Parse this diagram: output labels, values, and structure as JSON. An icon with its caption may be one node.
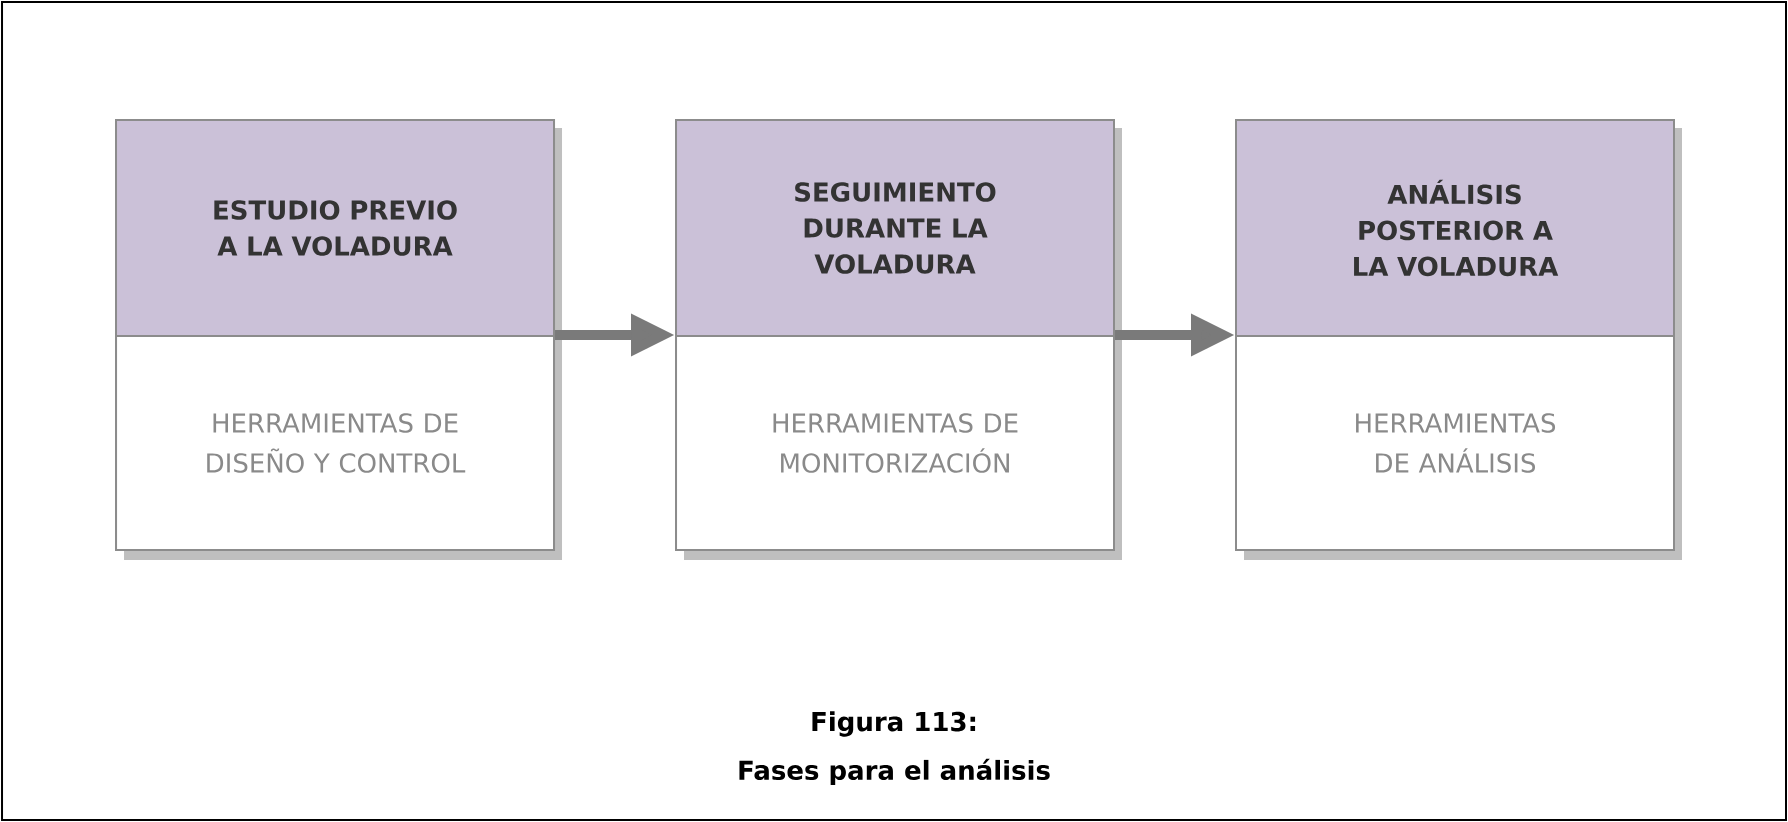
{
  "diagram": {
    "nodes": [
      {
        "text": [
          "ESTUDIO PREVIO A LA VOLADURA",
          "HERRAMIENTAS DE DISEÑO Y CONTROL"
        ]
      },
      {
        "text": [
          "SEGUIMIENTO DURANTE LA VOLADURA",
          "HERRAMIENTAS DE MONITORIZACIÓN"
        ]
      },
      {
        "text": [
          "ANÁLISIS POSTERIOR A LA VOLADURA",
          "HERRAMIENTAS DE ANÁLISIS"
        ]
      }
    ],
    "edges": [
      {
        "from": 0,
        "to": 1,
        "arrow": "to"
      },
      {
        "from": 1,
        "to": 2,
        "arrow": "to"
      }
    ],
    "labels": [
      "Figura 113:",
      "Fases para el análisis"
    ]
  }
}
